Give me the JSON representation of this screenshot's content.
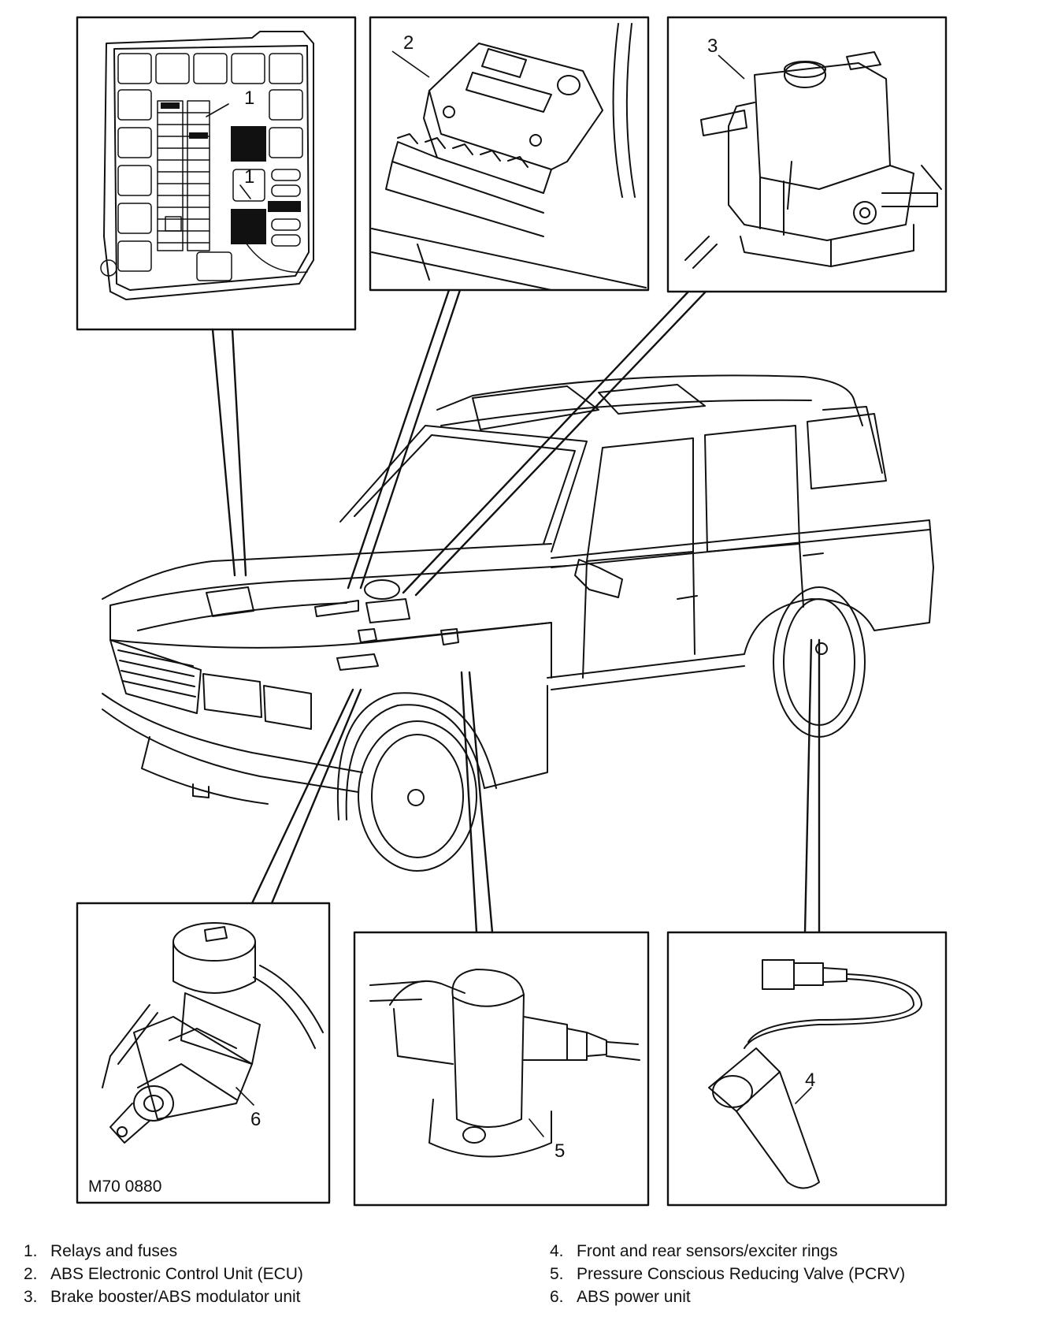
{
  "figure_code": "M70 0880",
  "callouts": {
    "relays_fuses_a": "1",
    "relays_fuses_b": "1",
    "ecu": "2",
    "modulator": "3",
    "sensor": "4",
    "pcrv": "5",
    "power_unit": "6"
  },
  "legend": {
    "left": [
      {
        "num": "1.",
        "text": "Relays and fuses"
      },
      {
        "num": "2.",
        "text": "ABS Electronic Control Unit (ECU)"
      },
      {
        "num": "3.",
        "text": "Brake booster/ABS modulator unit"
      }
    ],
    "right": [
      {
        "num": "4.",
        "text": "Front and rear sensors/exciter rings"
      },
      {
        "num": "5.",
        "text": "Pressure Conscious Reducing Valve (PCRV)"
      },
      {
        "num": "6.",
        "text": "ABS power unit"
      }
    ]
  },
  "colors": {
    "ink": "#111111",
    "paper": "#ffffff"
  }
}
